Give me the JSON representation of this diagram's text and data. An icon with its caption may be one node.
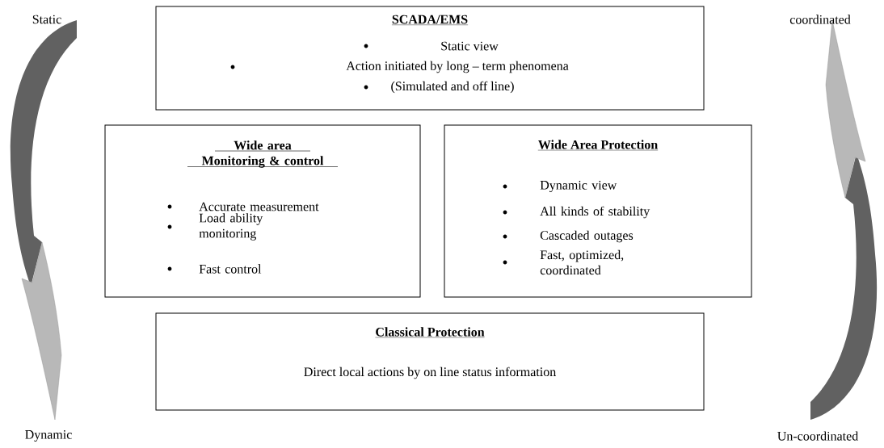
{
  "diagram": {
    "nodes": [
      {
        "text": [
          "SCADA/EMS",
          "Static view",
          "Action initiated by long – term phenomena",
          "(Simulated and off line)"
        ]
      },
      {
        "text": [
          "Wide area Monitoring & control",
          "Accurate measurement",
          "Load ability monitoring",
          "Fast control"
        ]
      },
      {
        "text": [
          "Wide Area Protection",
          "Dynamic view",
          "All kinds of stability",
          "Cascaded outages",
          "Fast, optimized, coordinated"
        ]
      },
      {
        "text": [
          "Classical Protection",
          "Direct local actions by on line status information"
        ]
      }
    ],
    "labels": [
      "Static",
      "coordinated",
      "Dynamic",
      "Un-coordinated"
    ]
  }
}
